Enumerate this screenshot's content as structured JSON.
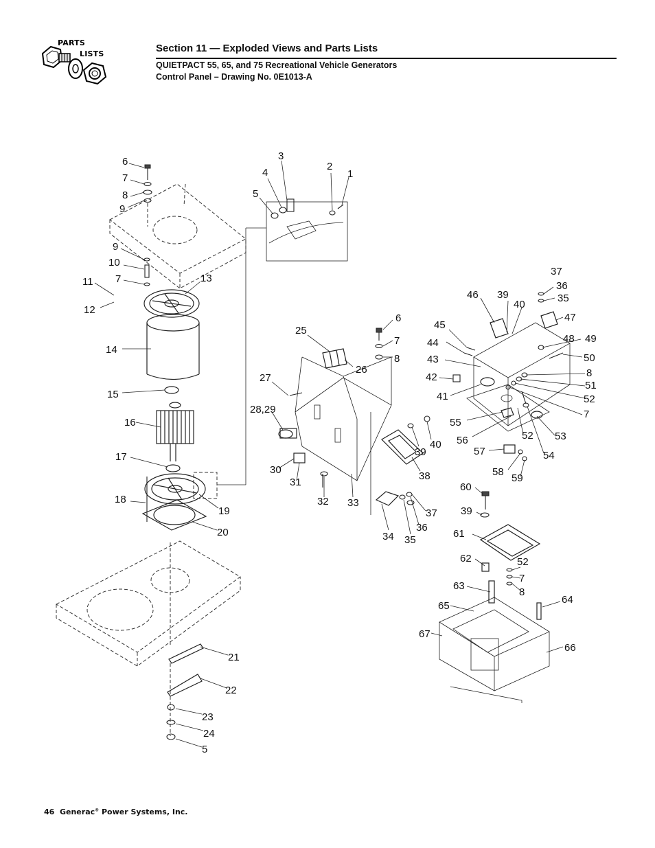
{
  "header": {
    "logo_parts": "PARTS",
    "logo_lists": "LISTS",
    "section_title": "Section 11 — Exploded Views and Parts Lists",
    "subtitle_1": "QUIETPACT 55, 65, and 75 Recreational Vehicle Generators",
    "subtitle_2": "Control Panel – Drawing No. 0E1013-A"
  },
  "footer": {
    "page_number": "46",
    "company": "Generac",
    "registered_mark": "®",
    "company_rest": "Power Systems, Inc."
  },
  "callouts": [
    "6",
    "7",
    "8",
    "9",
    "9",
    "10",
    "7",
    "11",
    "12",
    "13",
    "14",
    "15",
    "16",
    "17",
    "18",
    "19",
    "20",
    "21",
    "22",
    "23",
    "24",
    "5",
    "3",
    "4",
    "2",
    "1",
    "5",
    "6",
    "7",
    "8",
    "25",
    "26",
    "27",
    "28,29",
    "30",
    "31",
    "32",
    "33",
    "39",
    "40",
    "38",
    "34",
    "35",
    "36",
    "37",
    "37",
    "36",
    "35",
    "46",
    "39",
    "40",
    "47",
    "45",
    "48",
    "49",
    "44",
    "50",
    "43",
    "8",
    "42",
    "51",
    "41",
    "52",
    "7",
    "55",
    "52",
    "53",
    "56",
    "57",
    "54",
    "58",
    "59",
    "60",
    "39",
    "61",
    "62",
    "52",
    "7",
    "8",
    "63",
    "65",
    "64",
    "67",
    "66"
  ]
}
